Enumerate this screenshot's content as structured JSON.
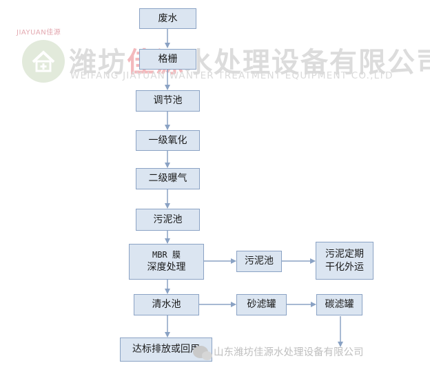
{
  "watermark": {
    "tag": "JIAYUAN佳源",
    "title_before": "潍坊",
    "title_accent": "佳源",
    "title_after": "水处理设备有限公司",
    "subtitle": "WEIFANG JIAYUAN WANTER TREATMENT EQUIPMENT CO.,LTD"
  },
  "flow": {
    "wastewater": "废水",
    "grille": "格栅",
    "regulating_tank": "调节池",
    "primary_oxidation": "一级氧化",
    "secondary_aeration": "二级曝气",
    "sludge_tank_1": "污泥池",
    "mbr_line1": "MBR 膜",
    "mbr_line2": "深度处理",
    "sludge_tank_2": "污泥池",
    "sludge_disposal_line1": "污泥定期",
    "sludge_disposal_line2": "干化外运",
    "clear_water_tank": "清水池",
    "sand_filter": "砂滤罐",
    "carbon_filter": "碳滤罐",
    "discharge": "达标排放或回用"
  },
  "footer": {
    "text": "山东潍坊佳源水处理设备有限公司"
  },
  "colors": {
    "box_fill": "#dbe5f1",
    "box_border": "#8aa2c4",
    "arrow": "#8aa2c4"
  }
}
